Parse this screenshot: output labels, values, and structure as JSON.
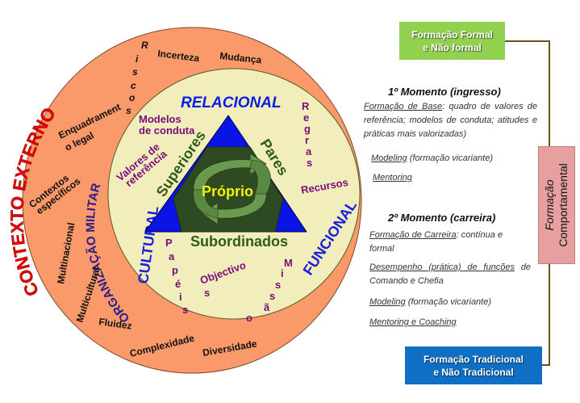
{
  "colors": {
    "outer_ring": "#fa9a6a",
    "inner_circle": "#f2eebb",
    "triangle": "#0a14e6",
    "hexagon": "#2e4a22",
    "arrows": "#6a9a4e",
    "formal_box": "#92d050",
    "traditional_box": "#0e6fc4",
    "behavioral_box": "#e6a0a0",
    "connector": "#6b5416"
  },
  "diagram": {
    "outer_label": "CONTEXTO EXTERNO",
    "org_label": "ORGANIZAÇÃO MILITAR",
    "outer_ring_items": {
      "riscos": [
        "R",
        "i",
        "s",
        "c",
        "o",
        "s"
      ],
      "incerteza": "Incerteza",
      "mudanca": "Mudança",
      "enquadramento_1": "Enquadrament",
      "enquadramento_2": "o legal",
      "contextos_1": "Contextos",
      "contextos_2": "específicos",
      "multinacional": "Multinacional",
      "multicultural": "Multicultural",
      "fluidez": "Fluidez",
      "complexidade": "Complexidade",
      "diversidade": "Diversidade"
    },
    "dimensions": {
      "relacional": "RELACIONAL",
      "cultural": "CULTURAL",
      "funcional": "FUNCIONAL"
    },
    "inner_items": {
      "modelos_1": "Modelos",
      "modelos_2": "de conduta",
      "valores_1": "Valores de",
      "valores_2": "referência",
      "regras": [
        "R",
        "e",
        "g",
        "r",
        "a",
        "s"
      ],
      "recursos": "Recursos",
      "papeis": [
        "P",
        "a",
        "p",
        "é",
        "i",
        "s"
      ],
      "objectivos_1": "Objectivo",
      "objectivos_2": "s",
      "missao": [
        "M",
        "i",
        "s",
        "s",
        "ã",
        "o"
      ]
    },
    "triangle_sides": {
      "superiores": "Superiores",
      "pares": "Pares",
      "subordinados": "Subordinados"
    },
    "center": "Próprio"
  },
  "right_panel": {
    "formal_box": [
      "Formação Formal",
      "e Não formal"
    ],
    "traditional_box": [
      "Formação Tradicional",
      "e Não Tradicional"
    ],
    "behavioral_box": [
      "Formação",
      "Comportamental"
    ],
    "moment1": {
      "title": "1º Momento  (ingresso)",
      "base_label": "Formação de Base",
      "base_text": ": quadro de valores de referência; modelos de conduta; atitudes e práticas mais valorizadas)",
      "modeling_label": "Modeling",
      "modeling_text": " (formação vicariante)",
      "mentoring_label": "Mentoring"
    },
    "moment2": {
      "title": "2º Momento  (carreira)",
      "career_label": "Formação de Carreira",
      "career_text": ": contínua e formal",
      "performance_label": "Desempenho (prática) de funções",
      "performance_text": " de Comando e Chefia",
      "modeling_label": "Modeling",
      "modeling_text": " (formação vicariante)",
      "mentoring_label": "Mentoring e Coaching"
    }
  }
}
